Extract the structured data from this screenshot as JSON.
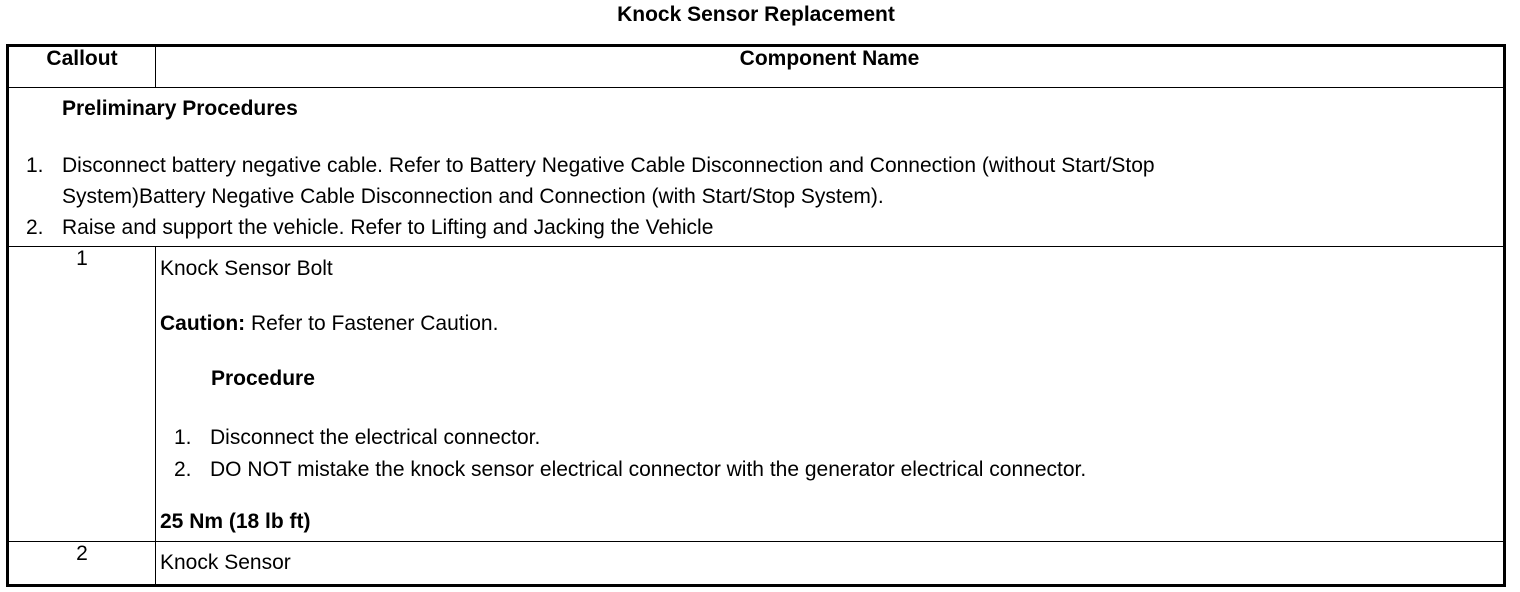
{
  "title": "Knock Sensor Replacement",
  "table": {
    "headers": {
      "callout": "Callout",
      "component": "Component Name"
    },
    "preliminary": {
      "heading": "Preliminary Procedures",
      "steps": [
        {
          "num": "1.",
          "line1": "Disconnect battery negative cable. Refer to Battery Negative Cable Disconnection and Connection (without Start/Stop",
          "line2": "System)Battery Negative Cable Disconnection and Connection (with Start/Stop System)."
        },
        {
          "num": "2.",
          "line1": "Raise and support the vehicle. Refer to Lifting and Jacking the Vehicle"
        }
      ]
    },
    "rows": [
      {
        "callout": "1",
        "name": "Knock Sensor Bolt",
        "caution_label": "Caution:",
        "caution_text": " Refer to Fastener Caution.",
        "procedure_heading": "Procedure",
        "steps": [
          {
            "num": "1.",
            "text": "Disconnect the electrical connector."
          },
          {
            "num": "2.",
            "text": "DO NOT mistake the knock sensor electrical connector with the generator electrical connector."
          }
        ],
        "torque": "25 Nm (18 lb ft)"
      },
      {
        "callout": "2",
        "name": "Knock Sensor"
      }
    ]
  }
}
